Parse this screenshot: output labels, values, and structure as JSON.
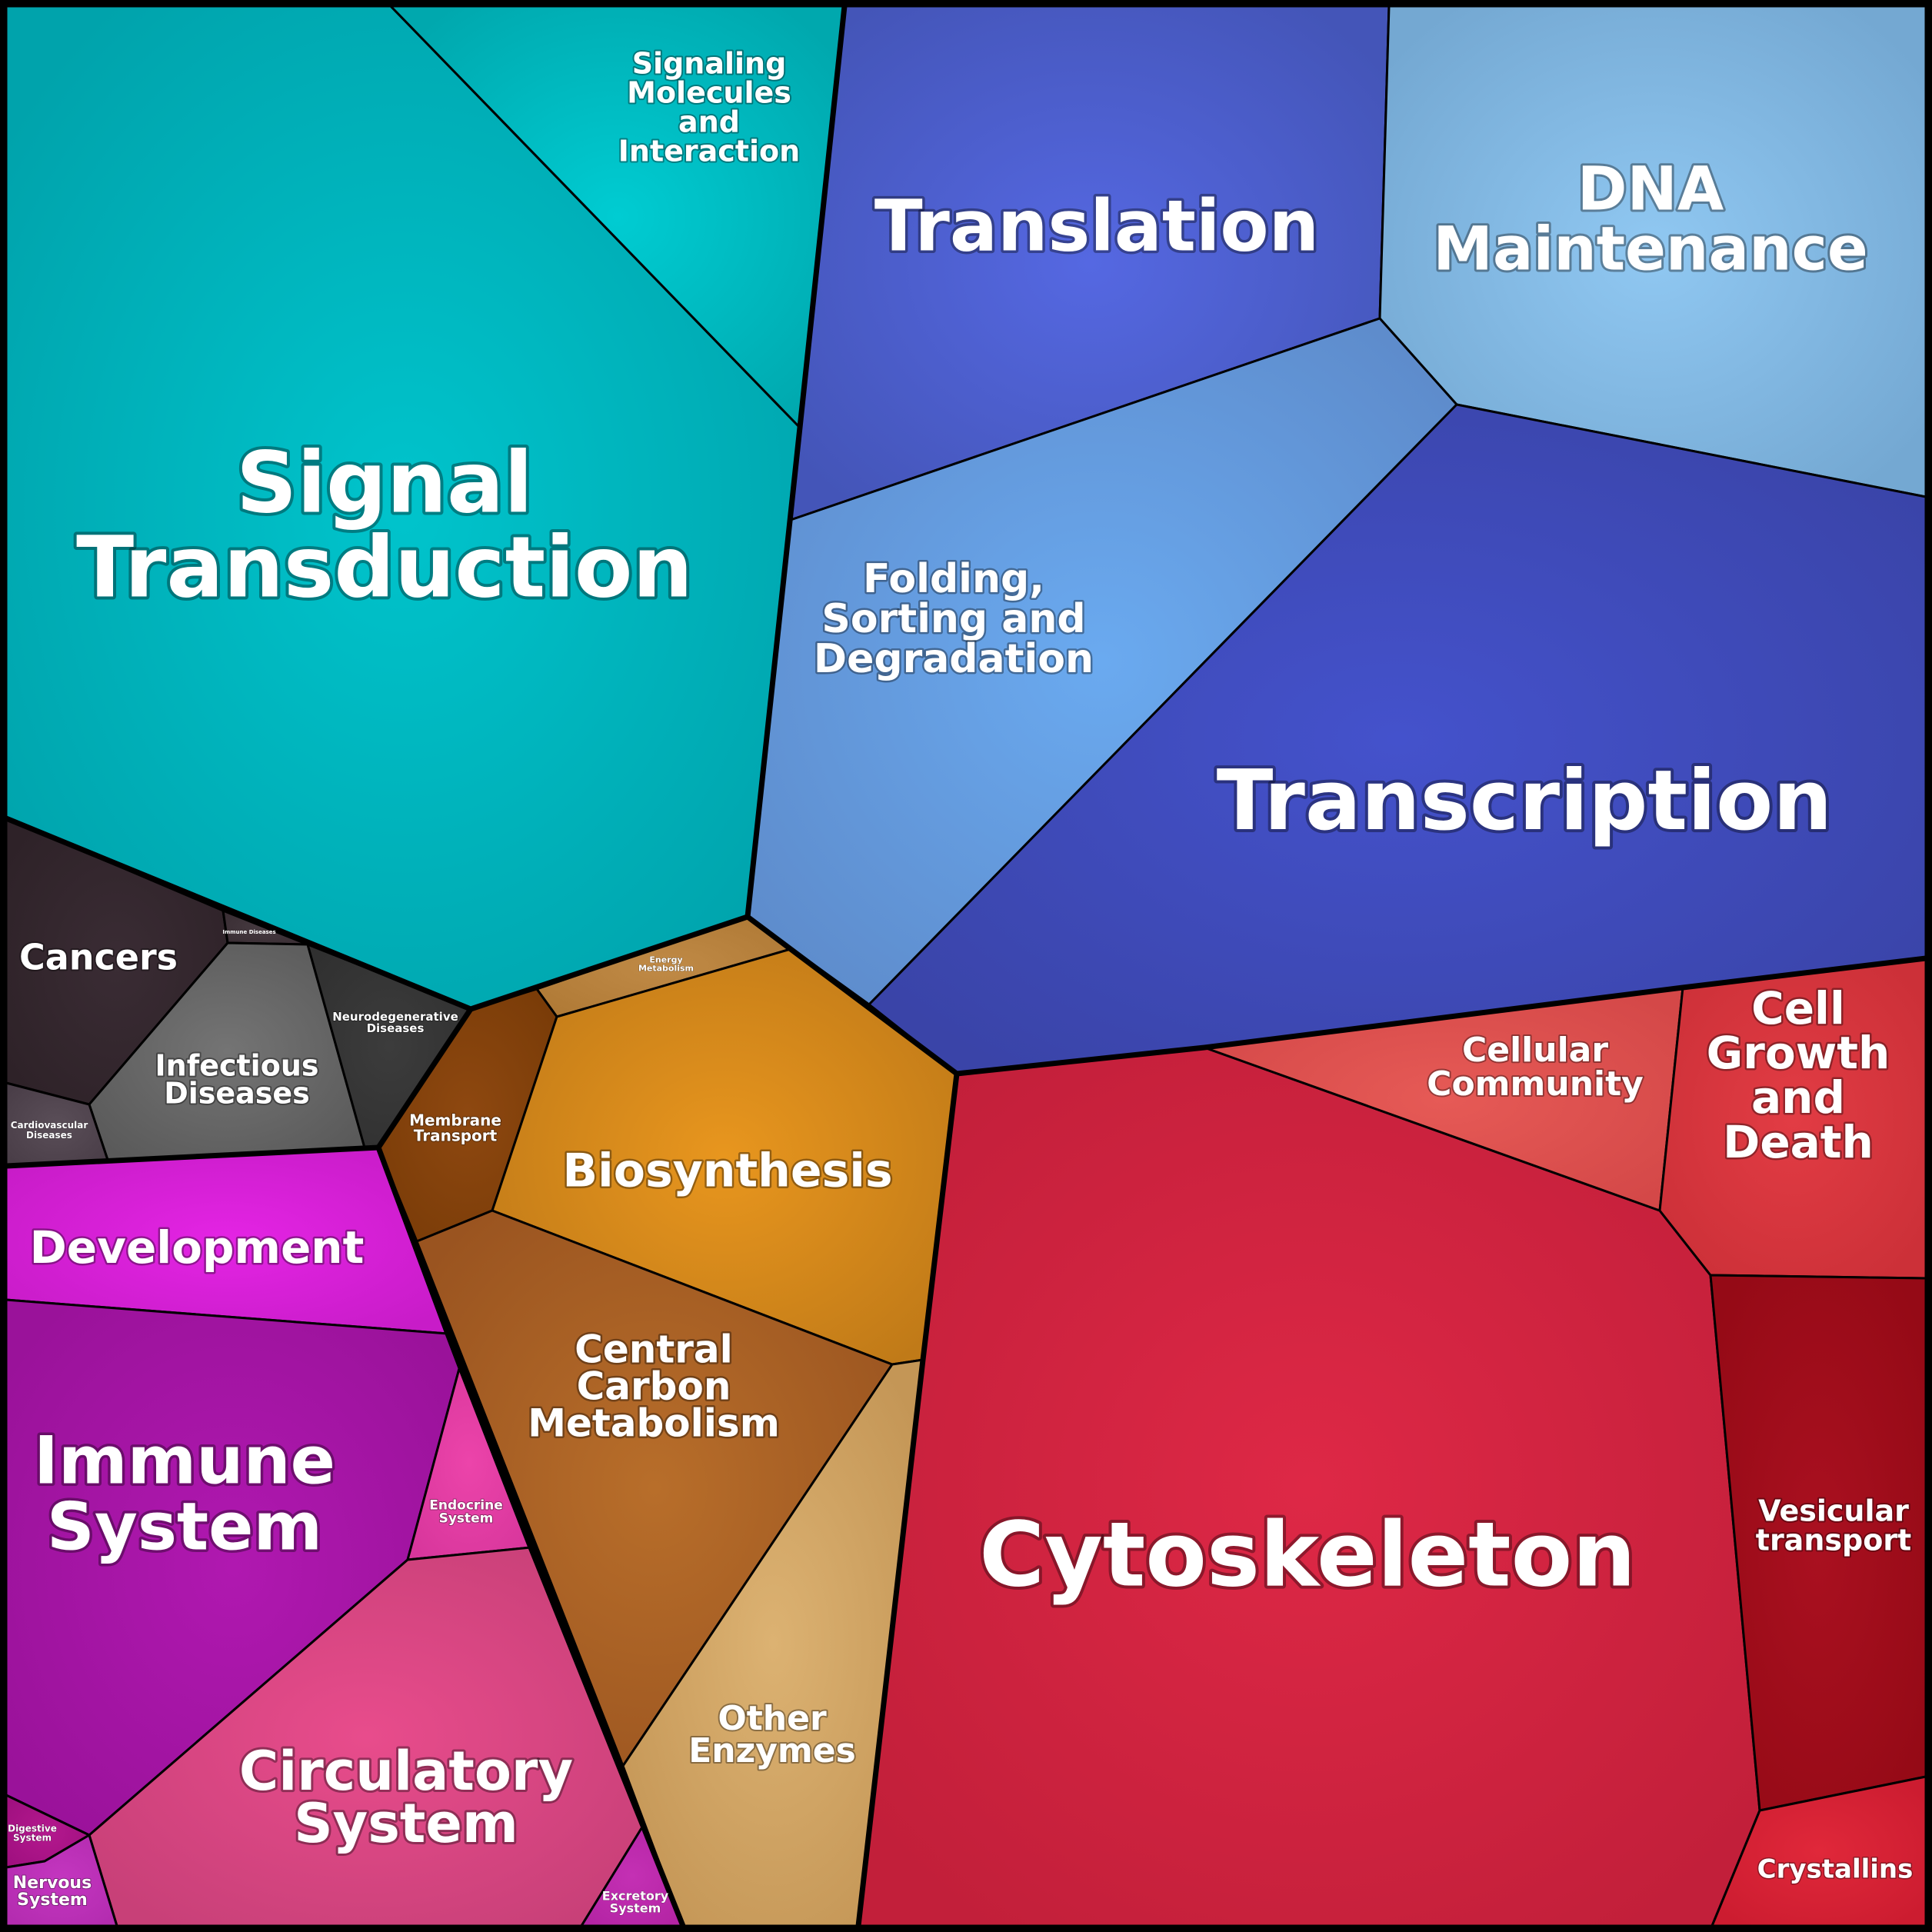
{
  "treemap": {
    "cells": [
      {
        "id": "signal-transduction",
        "label": "Signal\nTransduction",
        "color": "#00a3ac",
        "highlight": "#00c4cc"
      },
      {
        "id": "signaling-molecules",
        "label": "Signaling\nMolecules\nand\nInteraction",
        "color": "#00a8ae",
        "highlight": "#00ccd2"
      },
      {
        "id": "translation",
        "label": "Translation",
        "color": "#4455b8",
        "highlight": "#5568e2"
      },
      {
        "id": "dna-maintenance",
        "label": "DNA\nMaintenance",
        "color": "#74a8d2",
        "highlight": "#90c8f2"
      },
      {
        "id": "folding-sorting-degradation",
        "label": "Folding,\nSorting and\nDegradation",
        "color": "#5e8ccc",
        "highlight": "#6aaaf0"
      },
      {
        "id": "transcription",
        "label": "Transcription",
        "color": "#3a44a8",
        "highlight": "#4452cc"
      },
      {
        "id": "cancers",
        "label": "Cancers",
        "color": "#2e2228",
        "highlight": "#3a2c34"
      },
      {
        "id": "immune-diseases",
        "label": "Immune Diseases",
        "color": "#3a2e34",
        "highlight": "#463a40"
      },
      {
        "id": "infectious-diseases",
        "label": "Infectious\nDiseases",
        "color": "#5a5a5a",
        "highlight": "#747474"
      },
      {
        "id": "neurodegenerative-diseases",
        "label": "Neurodegenerative\nDiseases",
        "color": "#303030",
        "highlight": "#3c3c3c"
      },
      {
        "id": "cardiovascular-diseases",
        "label": "Cardiovascular\nDiseases",
        "color": "#4a3e48",
        "highlight": "#5a4e58"
      },
      {
        "id": "energy-metabolism",
        "label": "Energy\nMetabolism",
        "color": "#b07a36",
        "highlight": "#c08a46"
      },
      {
        "id": "membrane-transport",
        "label": "Membrane\nTransport",
        "color": "#7a3c08",
        "highlight": "#8e4810"
      },
      {
        "id": "biosynthesis",
        "label": "Biosynthesis",
        "color": "#c07a18",
        "highlight": "#e8961e"
      },
      {
        "id": "central-carbon-metabolism",
        "label": "Central\nCarbon\nMetabolism",
        "color": "#9a5420",
        "highlight": "#b86e2a"
      },
      {
        "id": "other-enzymes",
        "label": "Other\nEnzymes",
        "color": "#c49656",
        "highlight": "#dcb272"
      },
      {
        "id": "cytoskeleton",
        "label": "Cytoskeleton",
        "color": "#c21f3a",
        "highlight": "#de2846"
      },
      {
        "id": "cellular-community",
        "label": "Cellular\nCommunity",
        "color": "#d44848",
        "highlight": "#e65a56"
      },
      {
        "id": "cell-growth-and-death",
        "label": "Cell\nGrowth\nand\nDeath",
        "color": "#cc3038",
        "highlight": "#e23c44"
      },
      {
        "id": "vesicular-transport",
        "label": "Vesicular\ntransport",
        "color": "#950a16",
        "highlight": "#aa1020"
      },
      {
        "id": "crystallins",
        "label": "Crystallins",
        "color": "#cc1c30",
        "highlight": "#e0283a"
      },
      {
        "id": "development",
        "label": "Development",
        "color": "#c81cc8",
        "highlight": "#e424e4"
      },
      {
        "id": "immune-system",
        "label": "Immune\nSystem",
        "color": "#9a129a",
        "highlight": "#b018b0"
      },
      {
        "id": "endocrine-system",
        "label": "Endocrine\nSystem",
        "color": "#d8369c",
        "highlight": "#ec44aa"
      },
      {
        "id": "circulatory-system",
        "label": "Circulatory\nSystem",
        "color": "#c84078",
        "highlight": "#e84c8c"
      },
      {
        "id": "digestive-system",
        "label": "Digestive\nSystem",
        "color": "#a01080",
        "highlight": "#b4188e"
      },
      {
        "id": "nervous-system",
        "label": "Nervous\nSystem",
        "color": "#b42cb0",
        "highlight": "#c436c0"
      },
      {
        "id": "excretory-system",
        "label": "Excretory\nSystem",
        "color": "#b424a4",
        "highlight": "#c430b4"
      }
    ]
  }
}
